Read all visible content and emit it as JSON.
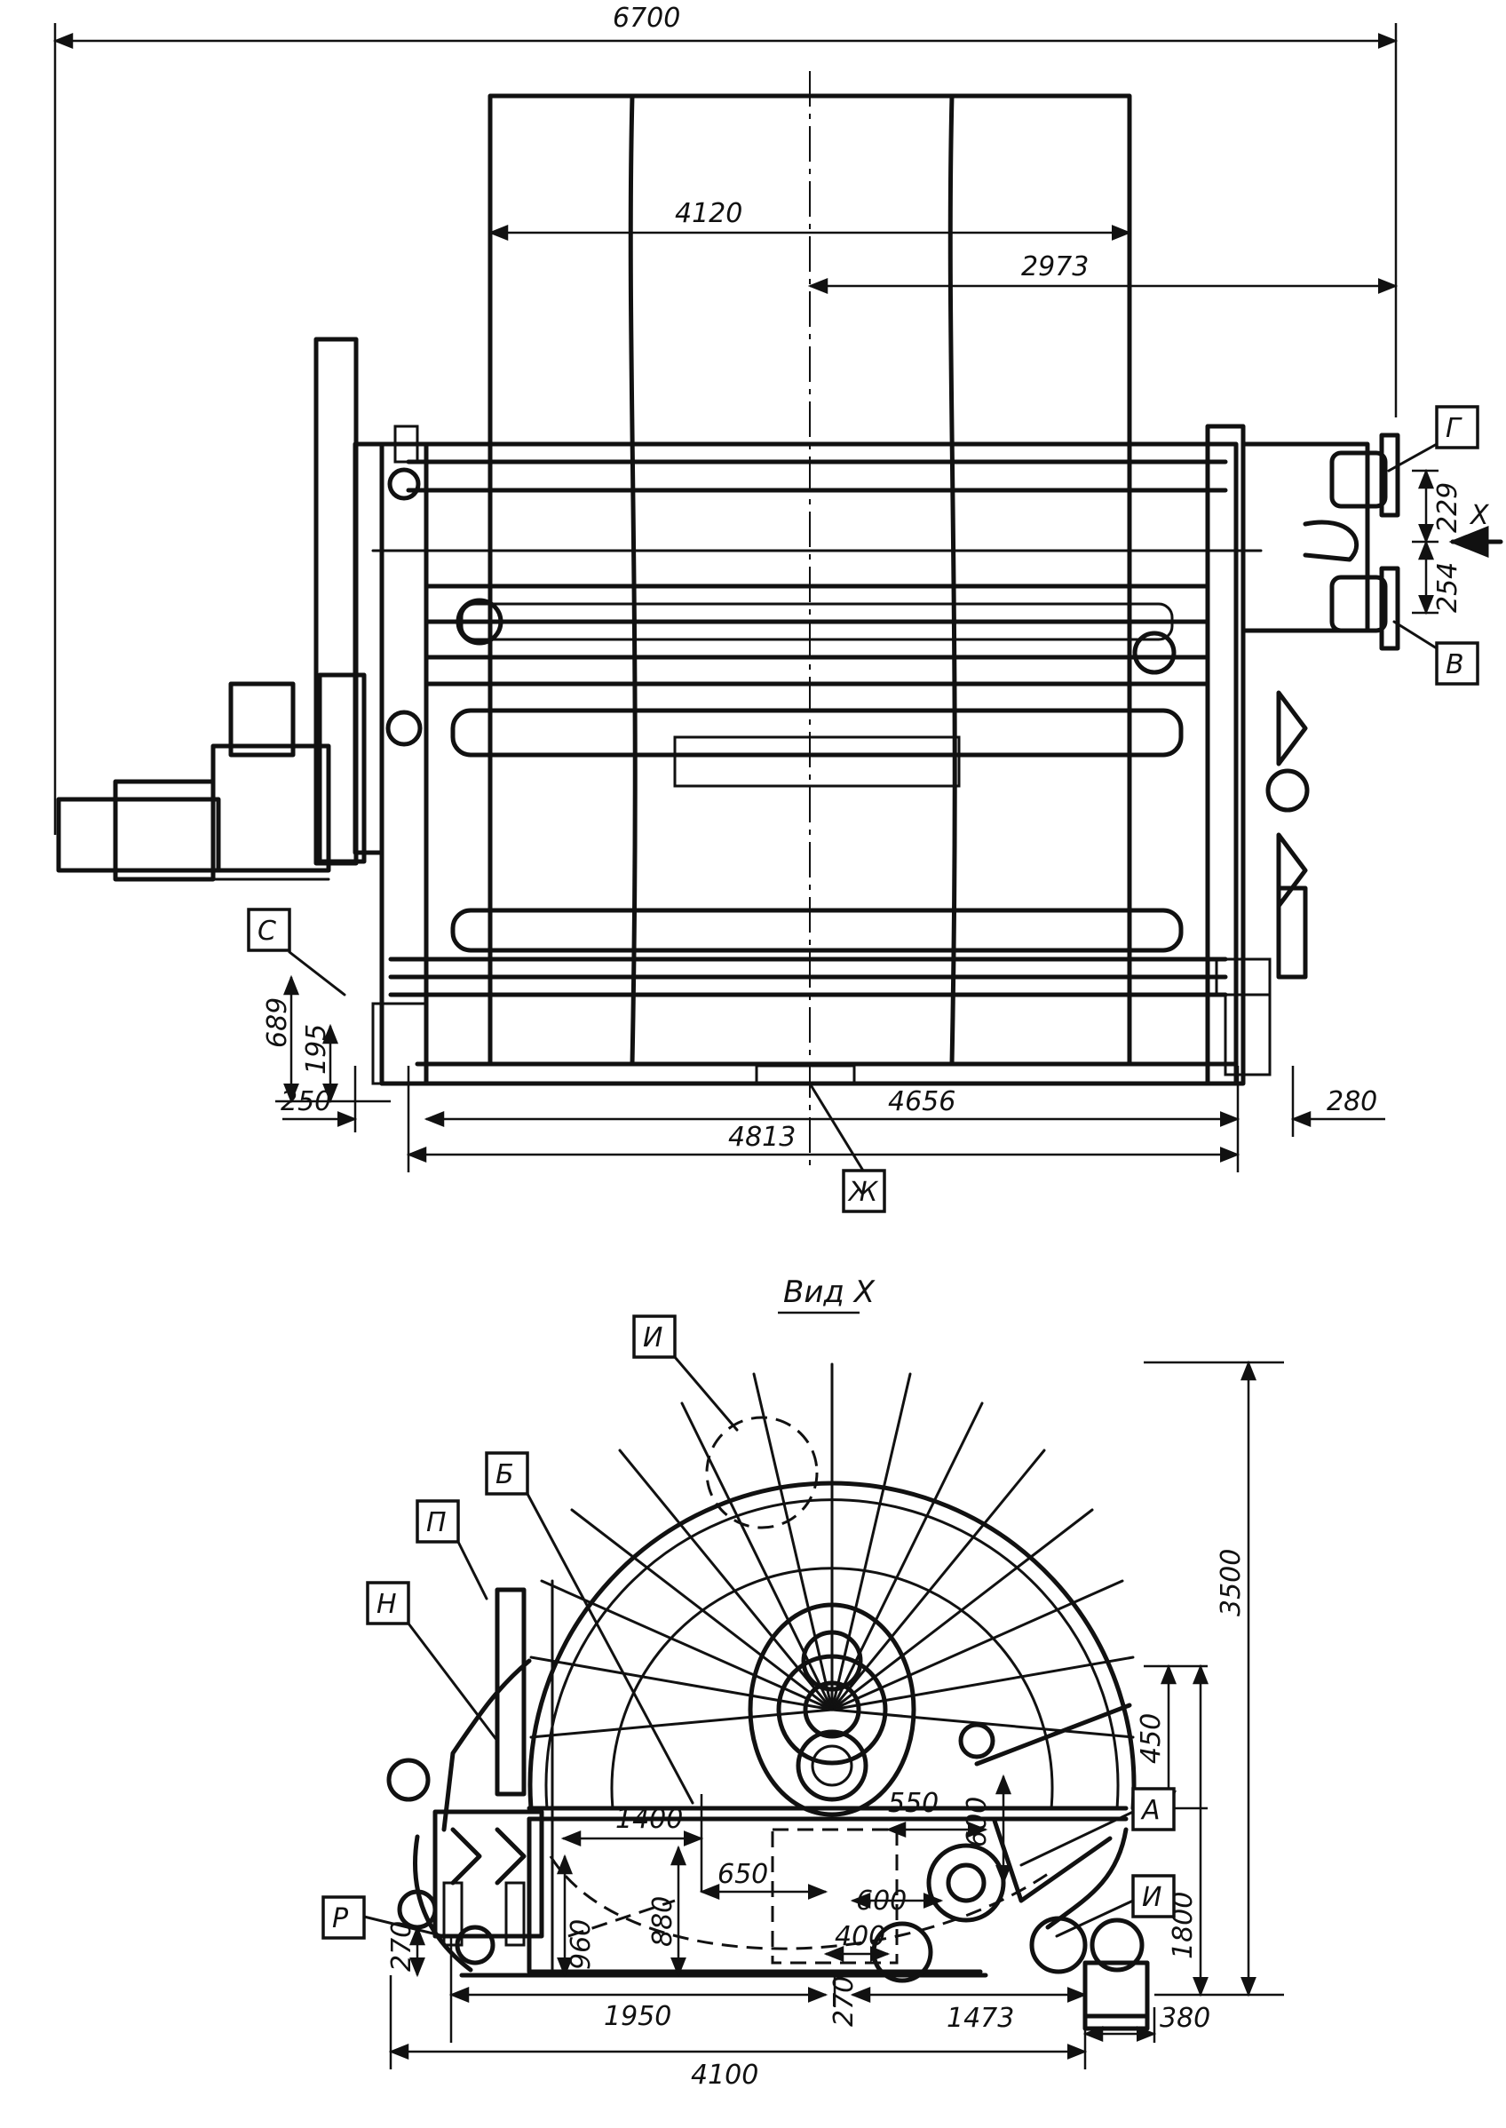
{
  "top_view": {
    "dimensions": {
      "overall_length": "6700",
      "drum_width": "4120",
      "center_offset": "2973",
      "pipe_spacing_upper": "229",
      "pipe_spacing_lower": "254",
      "height_689": "689",
      "height_195": "195",
      "left_offset": "250",
      "right_offset": "280",
      "inner_length": "4656",
      "frame_length": "4813"
    },
    "labels": {
      "g": "Г",
      "v": "В",
      "c": "С",
      "zh": "Ж",
      "view_arrow": "X"
    }
  },
  "side_view": {
    "title": "Вид X",
    "dimensions": {
      "height_total": "3500",
      "height_450": "450",
      "height_1800": "1800",
      "dim_600_a": "600",
      "dim_550": "550",
      "dim_600_b": "600",
      "dim_1400": "1400",
      "dim_650": "650",
      "dim_400": "400",
      "dim_880": "880",
      "dim_960": "960",
      "dim_270_left": "270",
      "dim_1950": "1950",
      "dim_270_mid": "270",
      "dim_1473": "1473",
      "dim_4100": "4100",
      "dim_380": "380"
    },
    "labels": {
      "i_top": "И",
      "b": "Б",
      "p": "П",
      "n": "Н",
      "a": "А",
      "i_bottom": "И",
      "r": "Р"
    }
  }
}
